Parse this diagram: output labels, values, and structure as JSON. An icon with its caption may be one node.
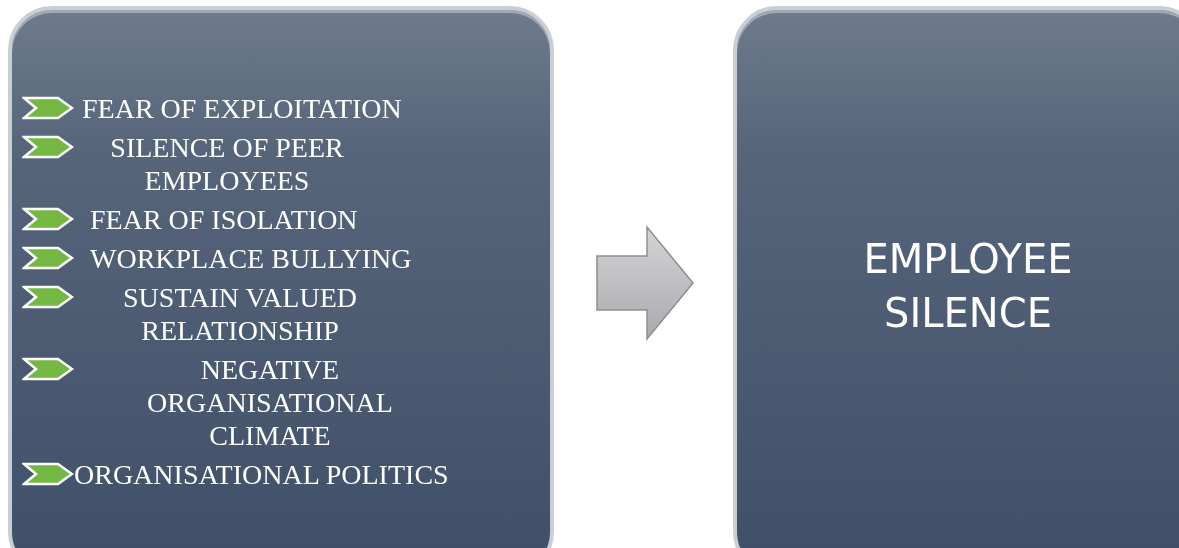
{
  "diagram": {
    "nodes": [
      {
        "text": [
          "FEAR OF EXPLOITATION",
          "SILENCE OF PEER EMPLOYEES",
          "FEAR OF ISOLATION",
          "WORKPLACE BULLYING",
          "SUSTAIN VALUED RELATIONSHIP",
          "NEGATIVE ORGANISATIONAL CLIMATE",
          "ORGANISATIONAL POLITICS"
        ]
      },
      {
        "text": [
          "EMPLOYEE SILENCE"
        ]
      }
    ],
    "edges": [
      {
        "from": 0,
        "to": 1,
        "arrow": "to"
      }
    ]
  }
}
